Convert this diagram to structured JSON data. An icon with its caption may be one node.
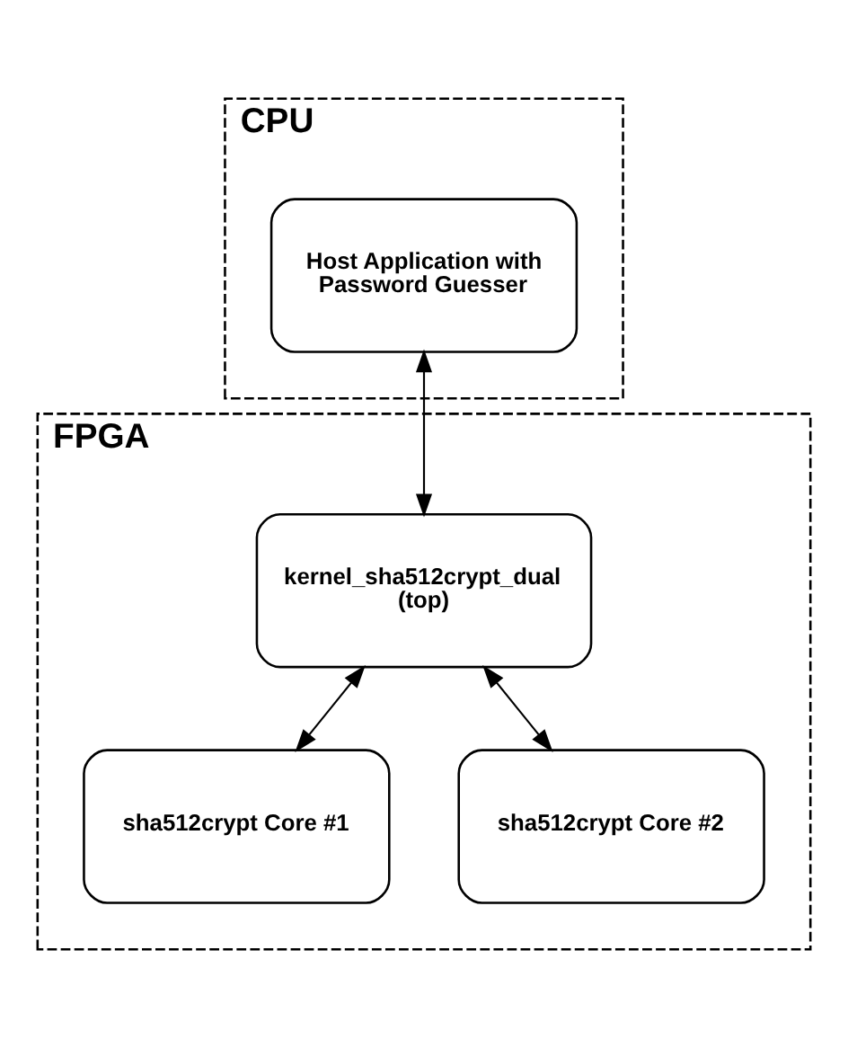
{
  "diagram": {
    "nodes": [
      {
        "text": [
          "CPU"
        ]
      },
      {
        "text": [
          "Host Application with Password Guesser"
        ],
        "in": 0
      },
      {
        "text": [
          "FPGA"
        ]
      },
      {
        "text": [
          "kernel_sha512crypt_dual (top)"
        ],
        "in": 2
      },
      {
        "text": [
          "sha512crypt Core #1"
        ],
        "in": 2
      },
      {
        "text": [
          "sha512crypt Core #2"
        ],
        "in": 2
      }
    ],
    "edges": [
      {
        "from": 1,
        "to": 3,
        "arrow": "both"
      },
      {
        "from": 3,
        "to": 4,
        "arrow": "both"
      },
      {
        "from": 3,
        "to": 5,
        "arrow": "both"
      }
    ]
  }
}
